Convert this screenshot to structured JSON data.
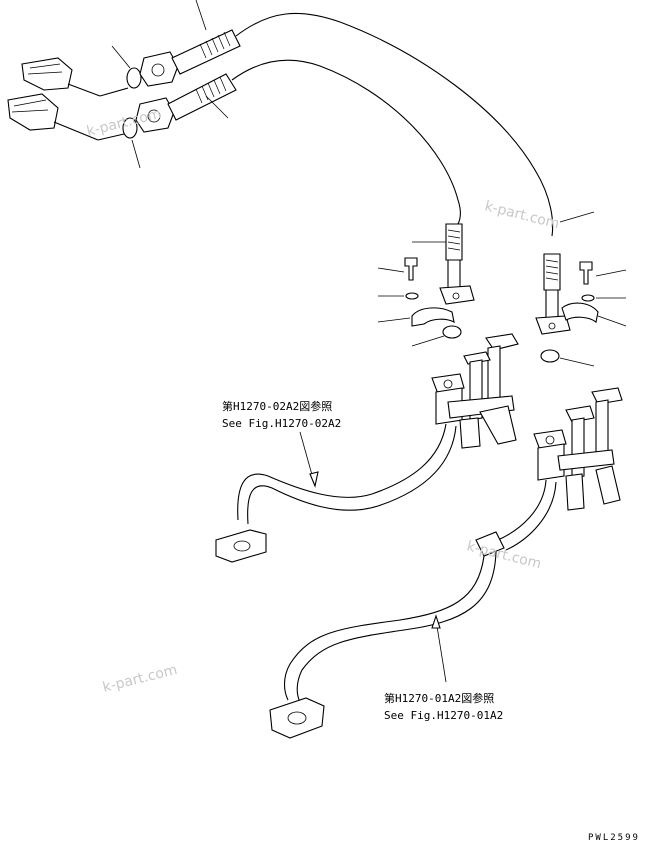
{
  "references": [
    {
      "jp": "第H1270-02A2図参照",
      "en": "See Fig.H1270-02A2"
    },
    {
      "jp": "第H1270-01A2図参照",
      "en": "See Fig.H1270-01A2"
    }
  ],
  "watermarks": [
    "k-part.com",
    "k-part.com",
    "k-part.com",
    "k-part.com"
  ],
  "drawing_code": "PWL2599"
}
